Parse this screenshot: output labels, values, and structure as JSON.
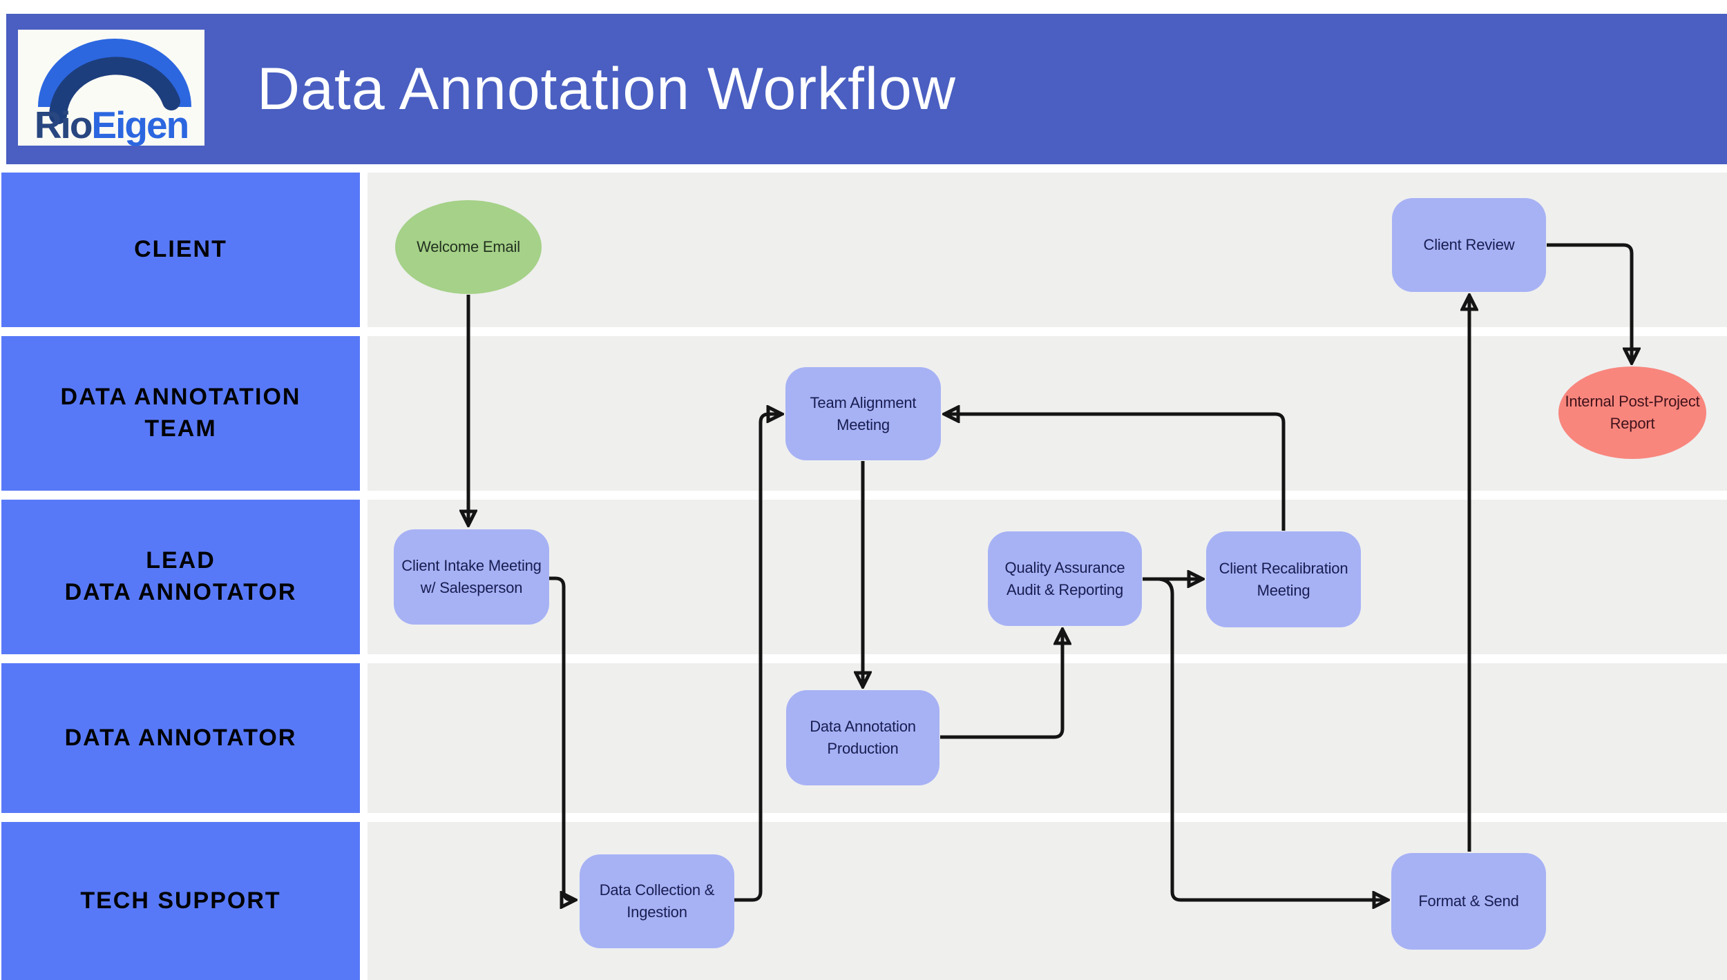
{
  "header": {
    "title": "Data Annotation Workflow",
    "logo": {
      "brand_first": "Rio",
      "brand_second": "Eigen",
      "icon": "arch-logo-icon"
    }
  },
  "lanes": [
    {
      "id": "client",
      "lines": [
        "CLIENT"
      ]
    },
    {
      "id": "data-annotation-team",
      "lines": [
        "DATA ANNOTATION",
        "TEAM"
      ]
    },
    {
      "id": "lead-data-annotator",
      "lines": [
        "LEAD",
        "DATA ANNOTATOR"
      ]
    },
    {
      "id": "data-annotator",
      "lines": [
        "DATA ANNOTATOR"
      ]
    },
    {
      "id": "tech-support",
      "lines": [
        "TECH SUPPORT"
      ]
    }
  ],
  "nodes": [
    {
      "id": "welcome-email",
      "shape": "ellipse",
      "role": "start",
      "lane": "CLIENT",
      "lines": [
        "Welcome Email"
      ]
    },
    {
      "id": "client-review",
      "shape": "rounded-rect",
      "role": "process",
      "lane": "CLIENT",
      "lines": [
        "Client Review"
      ]
    },
    {
      "id": "team-alignment-meeting",
      "shape": "rounded-rect",
      "role": "process",
      "lane": "DATA ANNOTATION TEAM",
      "lines": [
        "Team Alignment",
        "Meeting"
      ]
    },
    {
      "id": "internal-post-project-report",
      "shape": "ellipse",
      "role": "end",
      "lane": "DATA ANNOTATION TEAM",
      "lines": [
        "Internal Post-Project",
        "Report"
      ]
    },
    {
      "id": "client-intake-meeting",
      "shape": "rounded-rect",
      "role": "process",
      "lane": "LEAD DATA ANNOTATOR",
      "lines": [
        "Client Intake Meeting",
        "w/ Salesperson"
      ]
    },
    {
      "id": "quality-assurance-audit",
      "shape": "rounded-rect",
      "role": "process",
      "lane": "LEAD DATA ANNOTATOR",
      "lines": [
        "Quality Assurance",
        "Audit & Reporting"
      ]
    },
    {
      "id": "client-recalibration-meeting",
      "shape": "rounded-rect",
      "role": "process",
      "lane": "LEAD DATA ANNOTATOR",
      "lines": [
        "Client Recalibration",
        "Meeting"
      ]
    },
    {
      "id": "data-annotation-production",
      "shape": "rounded-rect",
      "role": "process",
      "lane": "DATA ANNOTATOR",
      "lines": [
        "Data Annotation",
        "Production"
      ]
    },
    {
      "id": "data-collection-ingestion",
      "shape": "rounded-rect",
      "role": "process",
      "lane": "TECH SUPPORT",
      "lines": [
        "Data Collection &",
        "Ingestion"
      ]
    },
    {
      "id": "format-send",
      "shape": "rounded-rect",
      "role": "process",
      "lane": "TECH SUPPORT",
      "lines": [
        "Format & Send"
      ]
    }
  ],
  "edges": [
    {
      "from": "welcome-email",
      "to": "client-intake-meeting"
    },
    {
      "from": "client-intake-meeting",
      "to": "data-collection-ingestion"
    },
    {
      "from": "data-collection-ingestion",
      "to": "team-alignment-meeting"
    },
    {
      "from": "team-alignment-meeting",
      "to": "data-annotation-production"
    },
    {
      "from": "data-annotation-production",
      "to": "quality-assurance-audit"
    },
    {
      "from": "quality-assurance-audit",
      "to": "client-recalibration-meeting"
    },
    {
      "from": "quality-assurance-audit",
      "to": "format-send"
    },
    {
      "from": "client-recalibration-meeting",
      "to": "team-alignment-meeting"
    },
    {
      "from": "format-send",
      "to": "client-review"
    },
    {
      "from": "client-review",
      "to": "internal-post-project-report"
    }
  ],
  "colors": {
    "header_band": "#4a5fc1",
    "lane_label_fill": "#5879f7",
    "lane_content_fill": "#efefee",
    "process_fill": "#a7b2f5",
    "start_fill": "#a5d188",
    "end_fill": "#f8867d",
    "node_text": "#181d51",
    "start_text": "#23321f",
    "end_text": "#40121a",
    "lane_text": "#000000",
    "title_text": "#ffffff",
    "connector": "#141414",
    "page_bg": "#ffffff",
    "logo_bg": "#fbfbf6",
    "logo_navy": "#28467f",
    "logo_blue": "#2c67e0"
  }
}
